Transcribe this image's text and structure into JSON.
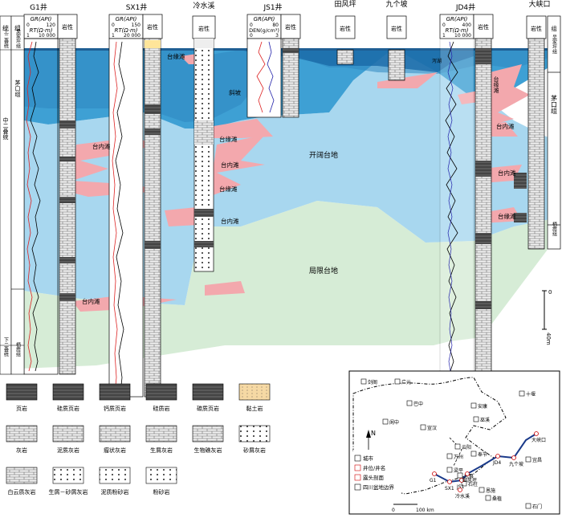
{
  "wells": {
    "g1": {
      "name": "G1井",
      "curve1": "GR(API)",
      "curve1_range": [
        "0",
        "120"
      ],
      "curve2": "RT(Ω·m)",
      "curve2_range": [
        "1",
        "10 000"
      ],
      "lith_header": "岩性"
    },
    "sx1": {
      "name": "SX1井",
      "curve1": "GR(API)",
      "curve1_range": [
        "0",
        "150"
      ],
      "curve2": "RT(Ω·m)",
      "curve2_range": [
        "1",
        "20 000"
      ],
      "lith_header": "岩性"
    },
    "lsx": {
      "name": "冷水溪",
      "lith_header": "岩性"
    },
    "js1": {
      "name": "JS1井",
      "curve1": "GR(API)",
      "curve1_range": [
        "0",
        "80"
      ],
      "curve2": "DEN(g/cm³)",
      "curve2_range": [
        "0",
        "3"
      ],
      "lith_header": "岩性"
    },
    "tfp": {
      "name": "田风坪",
      "lith_header": "岩性"
    },
    "jjp": {
      "name": "九个坡",
      "lith_header": "岩性"
    },
    "jd4": {
      "name": "JD4井",
      "curve1": "GR(API)",
      "curve1_range": [
        "0",
        "400"
      ],
      "curve2": "RT(Ω·m)",
      "curve2_range": [
        "1",
        "10 000"
      ],
      "lith_header": "岩性"
    },
    "dxk": {
      "name": "大峡口",
      "lith_header": "岩性"
    }
  },
  "strat": {
    "tong": "统",
    "zu": "组",
    "left_lower": "上二叠统",
    "left_mid": "中二叠统",
    "left_upper": "下二叠统",
    "wujiaping": "吴家坪组",
    "maokou": "茅口组",
    "qixia": "栖霞组",
    "maokou_r": "茅口组",
    "qixia_r": "栖霞组",
    "wujiaping_r": "吴家坪组"
  },
  "facies": {
    "slope": "斜坡",
    "taiyuantan_1": "台缘滩",
    "taiyuantan_2": "台缘滩",
    "taiyuantan_3": "台缘滩",
    "taiyuantan_4": "台缘滩",
    "taineitan_1": "台内滩",
    "taineitan_2": "台内滩",
    "taineitan_3": "台内滩",
    "taineitan_4": "台内滩",
    "taineitan_5": "台内滩",
    "taineitan_6": "台内滩",
    "open_platform": "开阔台地",
    "restricted_platform": "局限台地",
    "jd4_tan": "台缘滩",
    "lagoon": "泻湖"
  },
  "scale": {
    "zero": "0",
    "forty": "40m"
  },
  "legend": {
    "items": [
      "页岩",
      "硅质页岩",
      "钙质页岩",
      "硅质岩",
      "碳质页岩",
      "黏土岩",
      "灰岩",
      "泥质灰岩",
      "瘤状灰岩",
      "生屑灰岩",
      "生物礁灰岩",
      "砂屑灰岩",
      "白云质灰岩",
      "生屑－砂屑灰岩",
      "泥质粉砂岩",
      "粉砂岩"
    ]
  },
  "map": {
    "cities": [
      "剑阁",
      "广元",
      "巴中",
      "阆中",
      "宣汉",
      "万州",
      "云阳",
      "奉节",
      "梁平",
      "忠县",
      "石柱",
      "恩施",
      "安康",
      "十堰",
      "宜昌",
      "桑植",
      "石门",
      "巫溪"
    ],
    "wells": [
      "G1",
      "SX1",
      "JS1",
      "冷水溪",
      "田风坪",
      "JD4",
      "九个坡",
      "大峡口"
    ],
    "north": "N",
    "legend": {
      "city": "城市",
      "well": "井位/井名",
      "outcrop": "露头剖面",
      "boundary": "四川盆地边界"
    },
    "scale_labels": [
      "0",
      "100 km"
    ]
  }
}
